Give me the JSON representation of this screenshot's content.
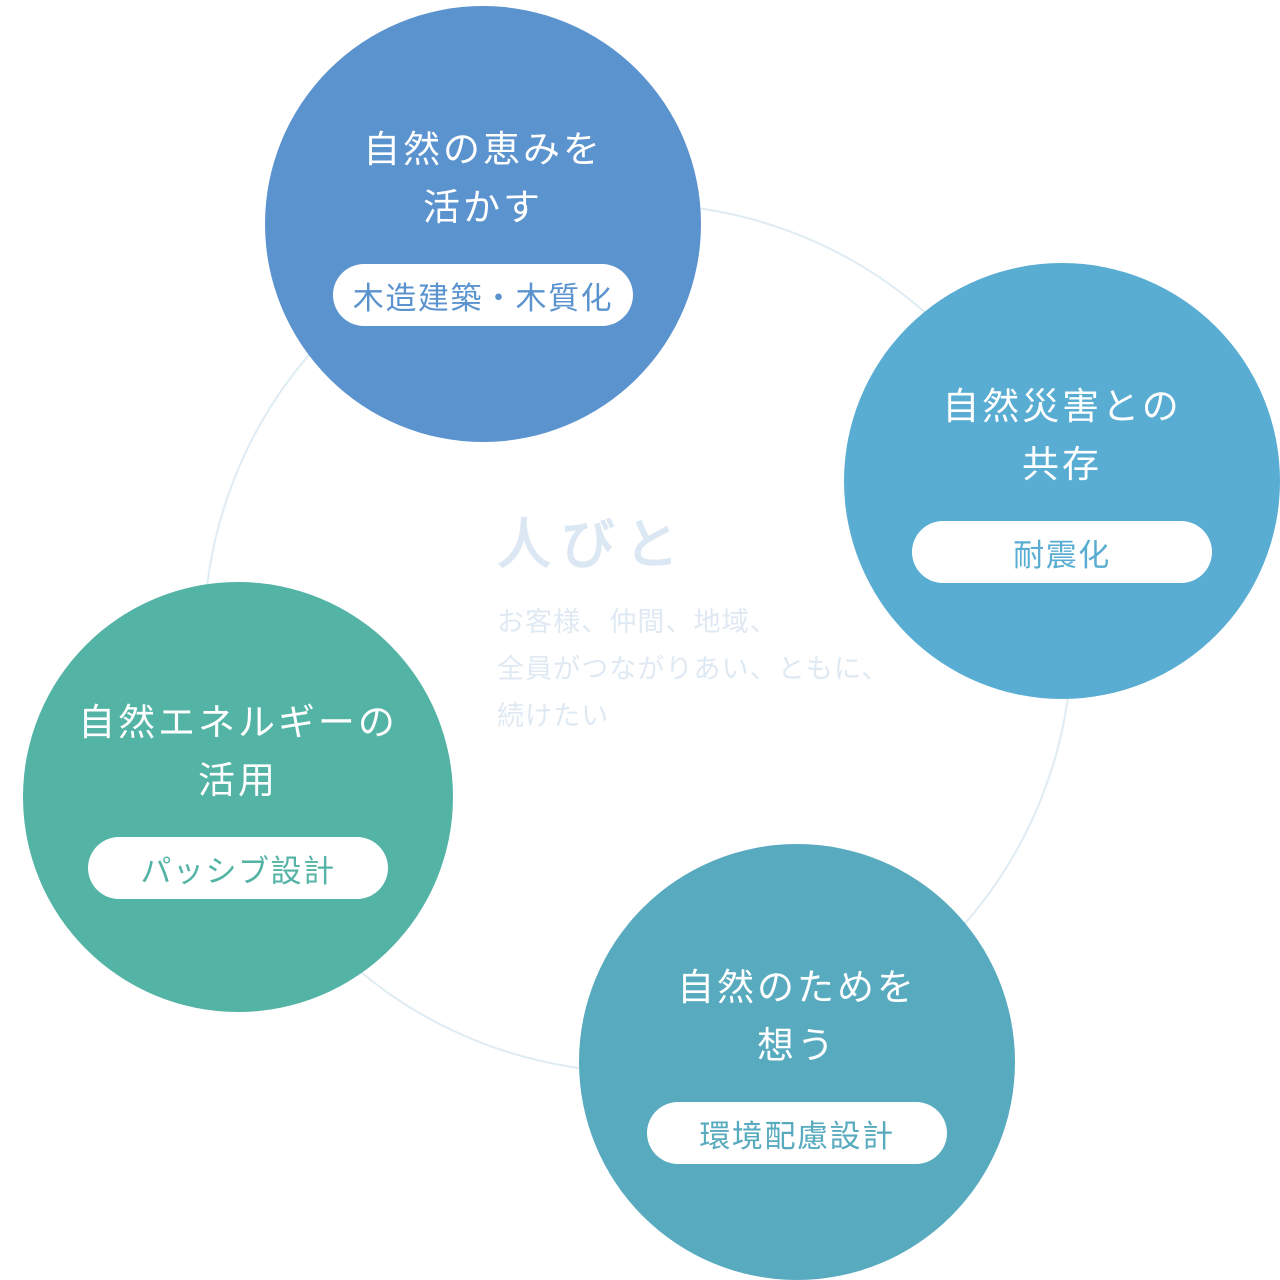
{
  "diagram": {
    "background_color": "#ffffff",
    "ring_color": "#dfecf3",
    "center": {
      "title": "人びと",
      "lines": [
        "お客様、仲間、地域、",
        "全員がつながりあい、ともに、",
        "続けたい"
      ],
      "faint_text_color": "#dceaf3"
    },
    "circles": [
      {
        "id": "blessings",
        "title1": "自然の恵みを",
        "title2": "活かす",
        "tag": "木造建築・木質化",
        "color": "#5b93cf"
      },
      {
        "id": "disaster",
        "title1": "自然災害との",
        "title2": "共存",
        "tag": "耐震化",
        "color": "#5aadd2"
      },
      {
        "id": "energy",
        "title1": "自然エネルギーの",
        "title2": "活用",
        "tag": "パッシブ設計",
        "color": "#53b3a5"
      },
      {
        "id": "environment",
        "title1": "自然のためを",
        "title2": "想う",
        "tag": "環境配慮設計",
        "color": "#58aabf"
      }
    ]
  }
}
